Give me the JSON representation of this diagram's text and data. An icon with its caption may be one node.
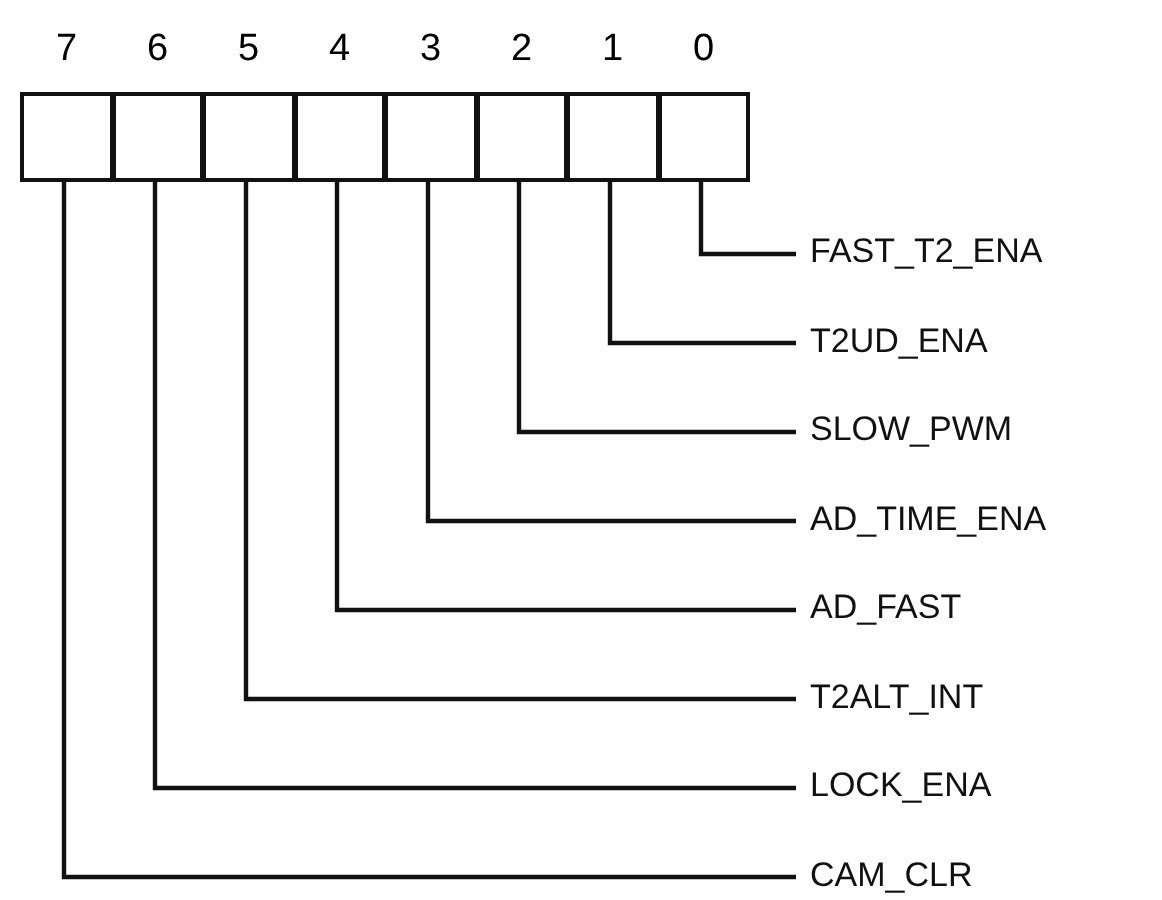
{
  "diagram": {
    "nodes": [
      {
        "text": [
          "7"
        ]
      },
      {
        "text": [
          "6"
        ]
      },
      {
        "text": [
          "5"
        ]
      },
      {
        "text": [
          "4"
        ]
      },
      {
        "text": [
          "3"
        ]
      },
      {
        "text": [
          "2"
        ]
      },
      {
        "text": [
          "1"
        ]
      },
      {
        "text": [
          "0"
        ]
      },
      {
        "text": [
          "FAST_T2_ENA"
        ]
      },
      {
        "text": [
          "T2UD_ENA"
        ]
      },
      {
        "text": [
          "SLOW_PWM"
        ]
      },
      {
        "text": [
          "AD_TIME_ENA"
        ]
      },
      {
        "text": [
          "AD_FAST"
        ]
      },
      {
        "text": [
          "T2ALT_INT"
        ]
      },
      {
        "text": [
          "LOCK_ENA"
        ]
      },
      {
        "text": [
          "CAM_CLR"
        ]
      }
    ],
    "edges": [
      {
        "from": 7,
        "to": 8,
        "arrow": "none"
      },
      {
        "from": 6,
        "to": 9,
        "arrow": "none"
      },
      {
        "from": 5,
        "to": 10,
        "arrow": "none"
      },
      {
        "from": 4,
        "to": 11,
        "arrow": "none"
      },
      {
        "from": 3,
        "to": 12,
        "arrow": "none"
      },
      {
        "from": 2,
        "to": 13,
        "arrow": "none"
      },
      {
        "from": 1,
        "to": 14,
        "arrow": "none"
      },
      {
        "from": 0,
        "to": 15,
        "arrow": "none"
      }
    ]
  }
}
